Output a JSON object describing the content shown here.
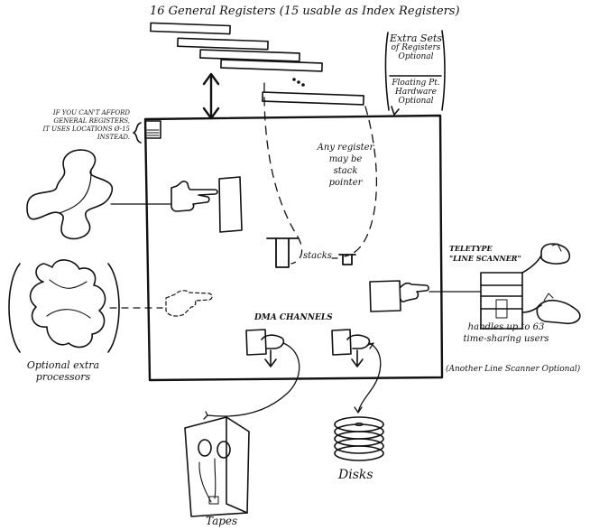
{
  "labels": {
    "registers_title": "16 General Registers (15 usable as Index Registers)",
    "extra_sets": [
      "Extra Sets",
      "of Registers",
      "Optional"
    ],
    "floating_point": [
      "Floating Pt.",
      "Hardware",
      "Optional"
    ],
    "no_registers_note": [
      "IF YOU CAN'T AFFORD",
      "GENERAL REGISTERS,",
      "IT USES LOCATIONS Ø-15",
      "INSTEAD."
    ],
    "stack_pointer": [
      "Any register",
      "may be",
      "stack",
      "pointer"
    ],
    "stacks": "stacks",
    "teletype": [
      "TELETYPE",
      "\"LINE SCANNER\""
    ],
    "users_note": [
      "handles up to 63",
      "time-sharing users"
    ],
    "extra_scanner": "(Another Line Scanner Optional)",
    "dma_channels": "DMA CHANNELS",
    "processors": [
      "Optional extra",
      "processors"
    ],
    "disks": "Disks",
    "tapes": "Tapes"
  },
  "colors": {
    "ink": "#111111",
    "paper": "#ffffff"
  },
  "icons": [
    "pointing-hand-icon",
    "tape-drive-icon",
    "disk-stack-icon",
    "teletype-icon"
  ]
}
